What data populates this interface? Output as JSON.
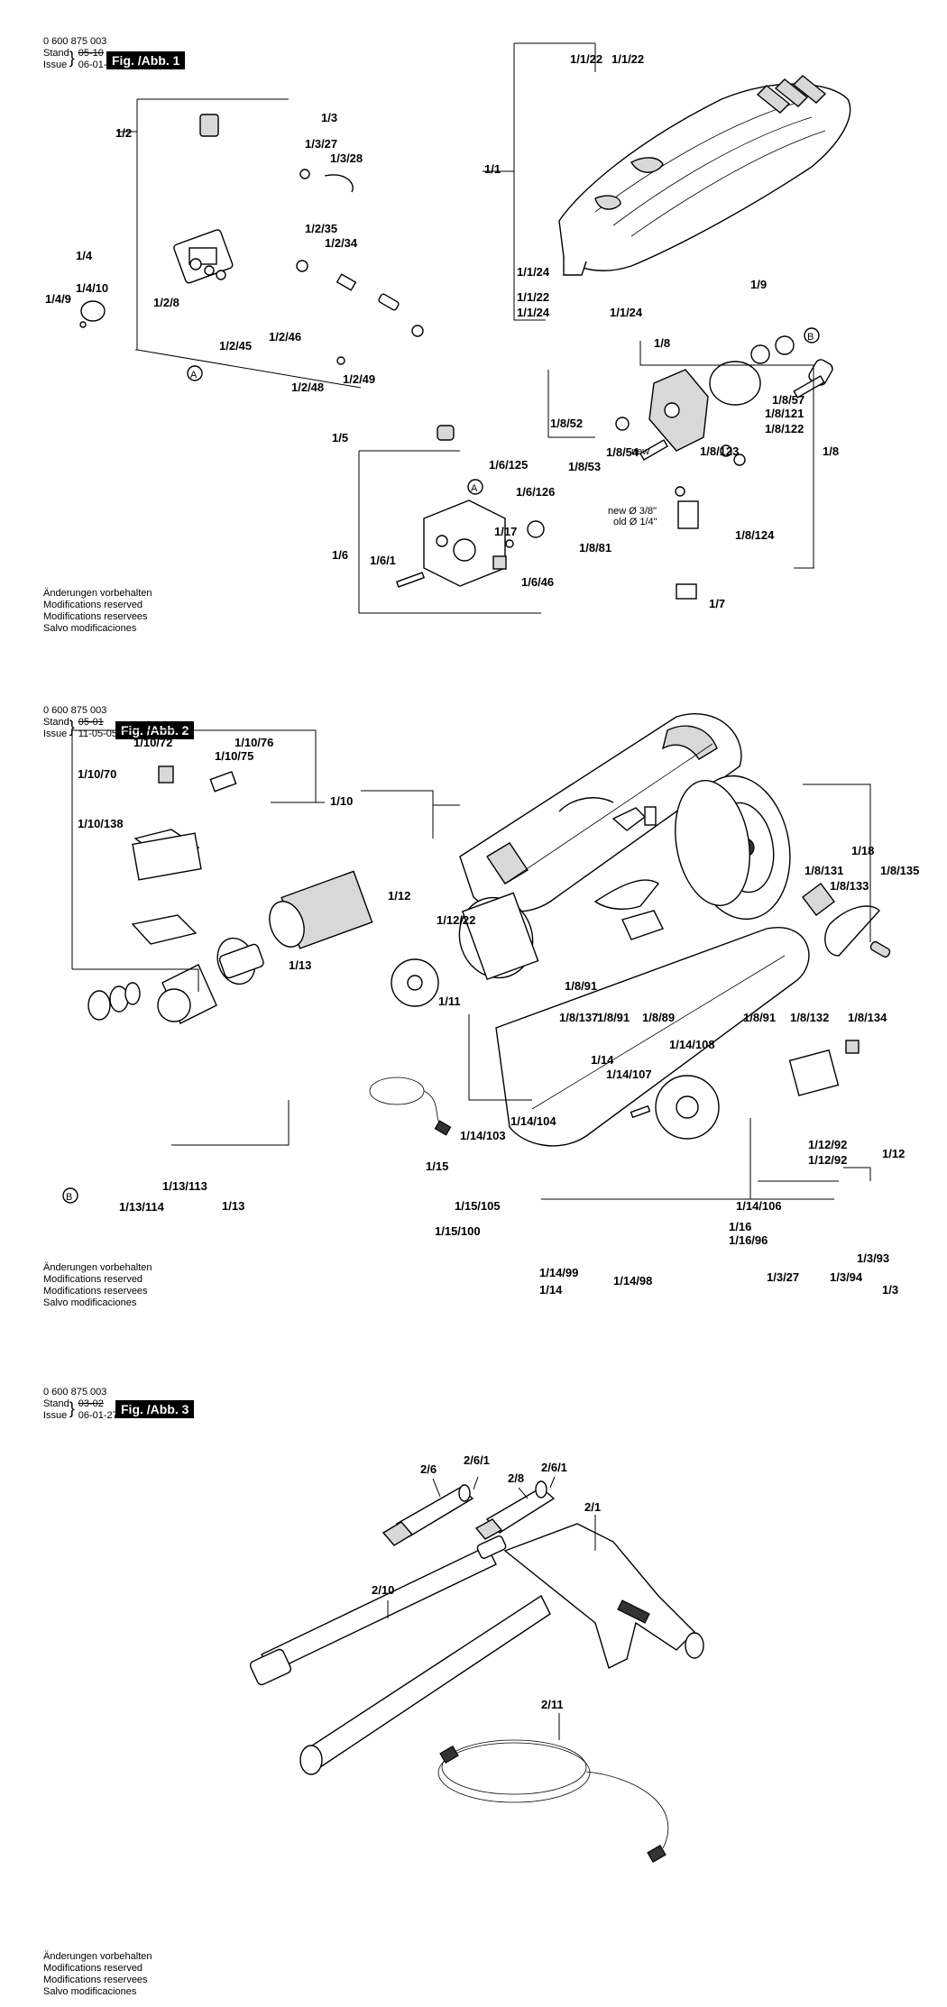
{
  "notice": [
    "Änderungen vorbehalten",
    "Modifications reserved",
    "Modifications reservees",
    "Salvo modificaciones"
  ],
  "sheets": [
    {
      "doc_number": "0 600 875 003",
      "stand_label": "Stand",
      "issue_label": "Issue",
      "stand_value": "05-10",
      "issue_value": "06-01-27",
      "figure": "Fig. /Abb. 1",
      "callouts": [
        "1/1/22",
        "1/1/22",
        "1/1",
        "1/1/24",
        "1/1/22",
        "1/1/24",
        "1/1/24",
        "1/2",
        "1/3",
        "1/3/27",
        "1/3/28",
        "1/2/35",
        "1/2/34",
        "1/4",
        "1/4/10",
        "1/4/9",
        "1/2/8",
        "1/2/46",
        "1/2/45",
        "1/2/49",
        "1/2/48",
        "1/9",
        "1/8",
        "1/8/52",
        "1/8/54",
        "1/8/53",
        "1/8/57",
        "1/8/121",
        "1/8/122",
        "1/8",
        "1/8/123",
        "1/8/124",
        "1/8/81",
        "1/7",
        "1/5",
        "1/6/125",
        "1/6/126",
        "1/17",
        "1/6",
        "1/6/1",
        "1/6/46"
      ],
      "markers": [
        "A",
        "A",
        "B"
      ],
      "size_notes": {
        "new_label": "new",
        "new_size": "new Ø 3/8\"",
        "old_size": "old Ø 1/4\""
      }
    },
    {
      "doc_number": "0 600 875 003",
      "stand_label": "Stand",
      "issue_label": "Issue",
      "stand_value": "05-01",
      "issue_value": "11-05-05",
      "figure": "Fig. /Abb. 2",
      "callouts": [
        "1/10/72",
        "1/10/76",
        "1/10/75",
        "1/10/70",
        "1/10",
        "1/10/138",
        "1/13",
        "1/11",
        "1/13/113",
        "1/13/114",
        "1/13",
        "1/12",
        "1/12/22",
        "1/18",
        "1/8/131",
        "1/8/133",
        "1/8/135",
        "1/8/137",
        "1/8/91",
        "1/8/91",
        "1/8/89",
        "1/8/91",
        "1/8/132",
        "1/8/134",
        "1/14",
        "1/14/108",
        "1/14/107",
        "1/14/104",
        "1/14/103",
        "1/15",
        "1/15/105",
        "1/15/100",
        "1/14/106",
        "1/16",
        "1/16/96",
        "1/14/99",
        "1/14/98",
        "1/14",
        "1/12/92",
        "1/12/92",
        "1/12",
        "1/3/93",
        "1/3/27",
        "1/3/94",
        "1/3"
      ],
      "markers": [
        "B"
      ]
    },
    {
      "doc_number": "0 600 875 003",
      "stand_label": "Stand",
      "issue_label": "Issue",
      "stand_value": "03-02",
      "issue_value": "06-01-27",
      "figure": "Fig. /Abb. 3",
      "callouts": [
        "2/6",
        "2/6/1",
        "2/8",
        "2/6/1",
        "2/1",
        "2/10",
        "2/11"
      ]
    }
  ]
}
